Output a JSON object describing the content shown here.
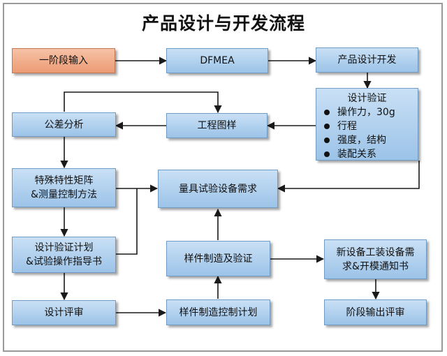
{
  "title": "产品设计与开发流程",
  "nodes": {
    "stage_input": "一阶段输入",
    "dfmea": "DFMEA",
    "product_dev": "产品设计开发",
    "design_verify": {
      "title": "设计验证",
      "items": [
        "操作力，30g",
        "行程",
        "强度，结构",
        "装配关系"
      ]
    },
    "engineering_drawing": "工程图样",
    "tolerance_analysis": "公差分析",
    "special_char_line1": "特殊特性矩阵",
    "special_char_line2": "&测量控制方法",
    "gauge_req": "量具试验设备需求",
    "dv_plan_line1": "设计验证计划",
    "dv_plan_line2": "&试验操作指导书",
    "sample_verify": "样件制造及验证",
    "new_equip_line1": "新设备工装设备需",
    "new_equip_line2": "求&开模通知书",
    "design_review": "设计评审",
    "sample_plan": "样件制造控制计划",
    "stage_output": "阶段输出评审"
  },
  "colors": {
    "box_fill": "#b5d3ef",
    "start_fill": "#f1ad88",
    "line": "#1a1a1a"
  }
}
